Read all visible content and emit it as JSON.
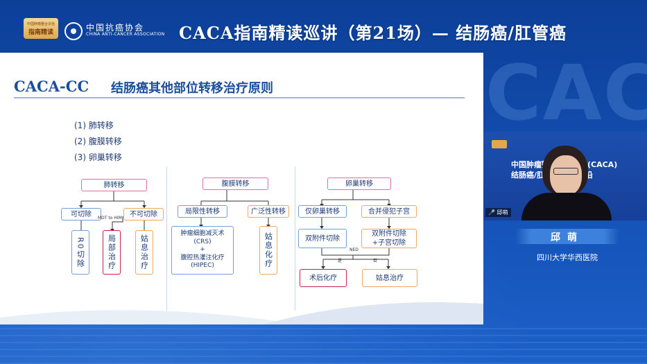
{
  "header": {
    "logo_badge_small": "中国肿瘤整合诊治",
    "logo_badge_text": "指南精读",
    "assoc_name_cn": "中国抗癌协会",
    "assoc_name_en": "CHINA ANTI-CANCER ASSOCIATION",
    "title": "CACA指南精读巡讲（第21场）— 结肠癌/肛管癌"
  },
  "watermark": "CACA",
  "slide": {
    "title_en": "CACA-CC",
    "title_cn": "结肠癌其他部位转移治疗原则",
    "list": [
      "(1)  肺转移",
      "(2)  腹膜转移",
      "(3)  卵巢转移"
    ],
    "lung": {
      "root": "肺转移",
      "resectable": "可切除",
      "unresectable": "不可切除",
      "mdt_label": "MDT to HIM",
      "r0": "R0切除",
      "local": "局部治疗",
      "palliative": "姑息治疗"
    },
    "peritoneal": {
      "root": "腹膜转移",
      "localized": "局限性转移",
      "diffuse": "广泛性转移",
      "crs": "肿瘤细胞减灭术\n(CRS)\n+\n腹腔热灌注化疗\n(HIPEC)",
      "palliative": "姑息化疗"
    },
    "ovarian": {
      "root": "卵巢转移",
      "ovary_only": "仅卵巢转移",
      "uterus": "合并侵犯子宫",
      "bilateral": "双附件切除",
      "bilateral_uterus": "双附件切除\n+子宫切除",
      "ned": "NED",
      "yes": "是",
      "no": "否",
      "postop": "术后化疗",
      "palliative": "姑息治疗"
    }
  },
  "speaker": {
    "banner_line1": "中国肿瘤整合诊治指南(CACA)",
    "banner_line2": "结肠癌/肛管癌 治疗前沿",
    "mic_label": "邱萌",
    "name": "邱萌",
    "affiliation": "四川大学华西医院"
  },
  "colors": {
    "accent": "#1b4f9c",
    "pink": "#e06fa0",
    "blue": "#6f9fdc",
    "orange": "#f0a85a",
    "red": "#c8204a"
  }
}
